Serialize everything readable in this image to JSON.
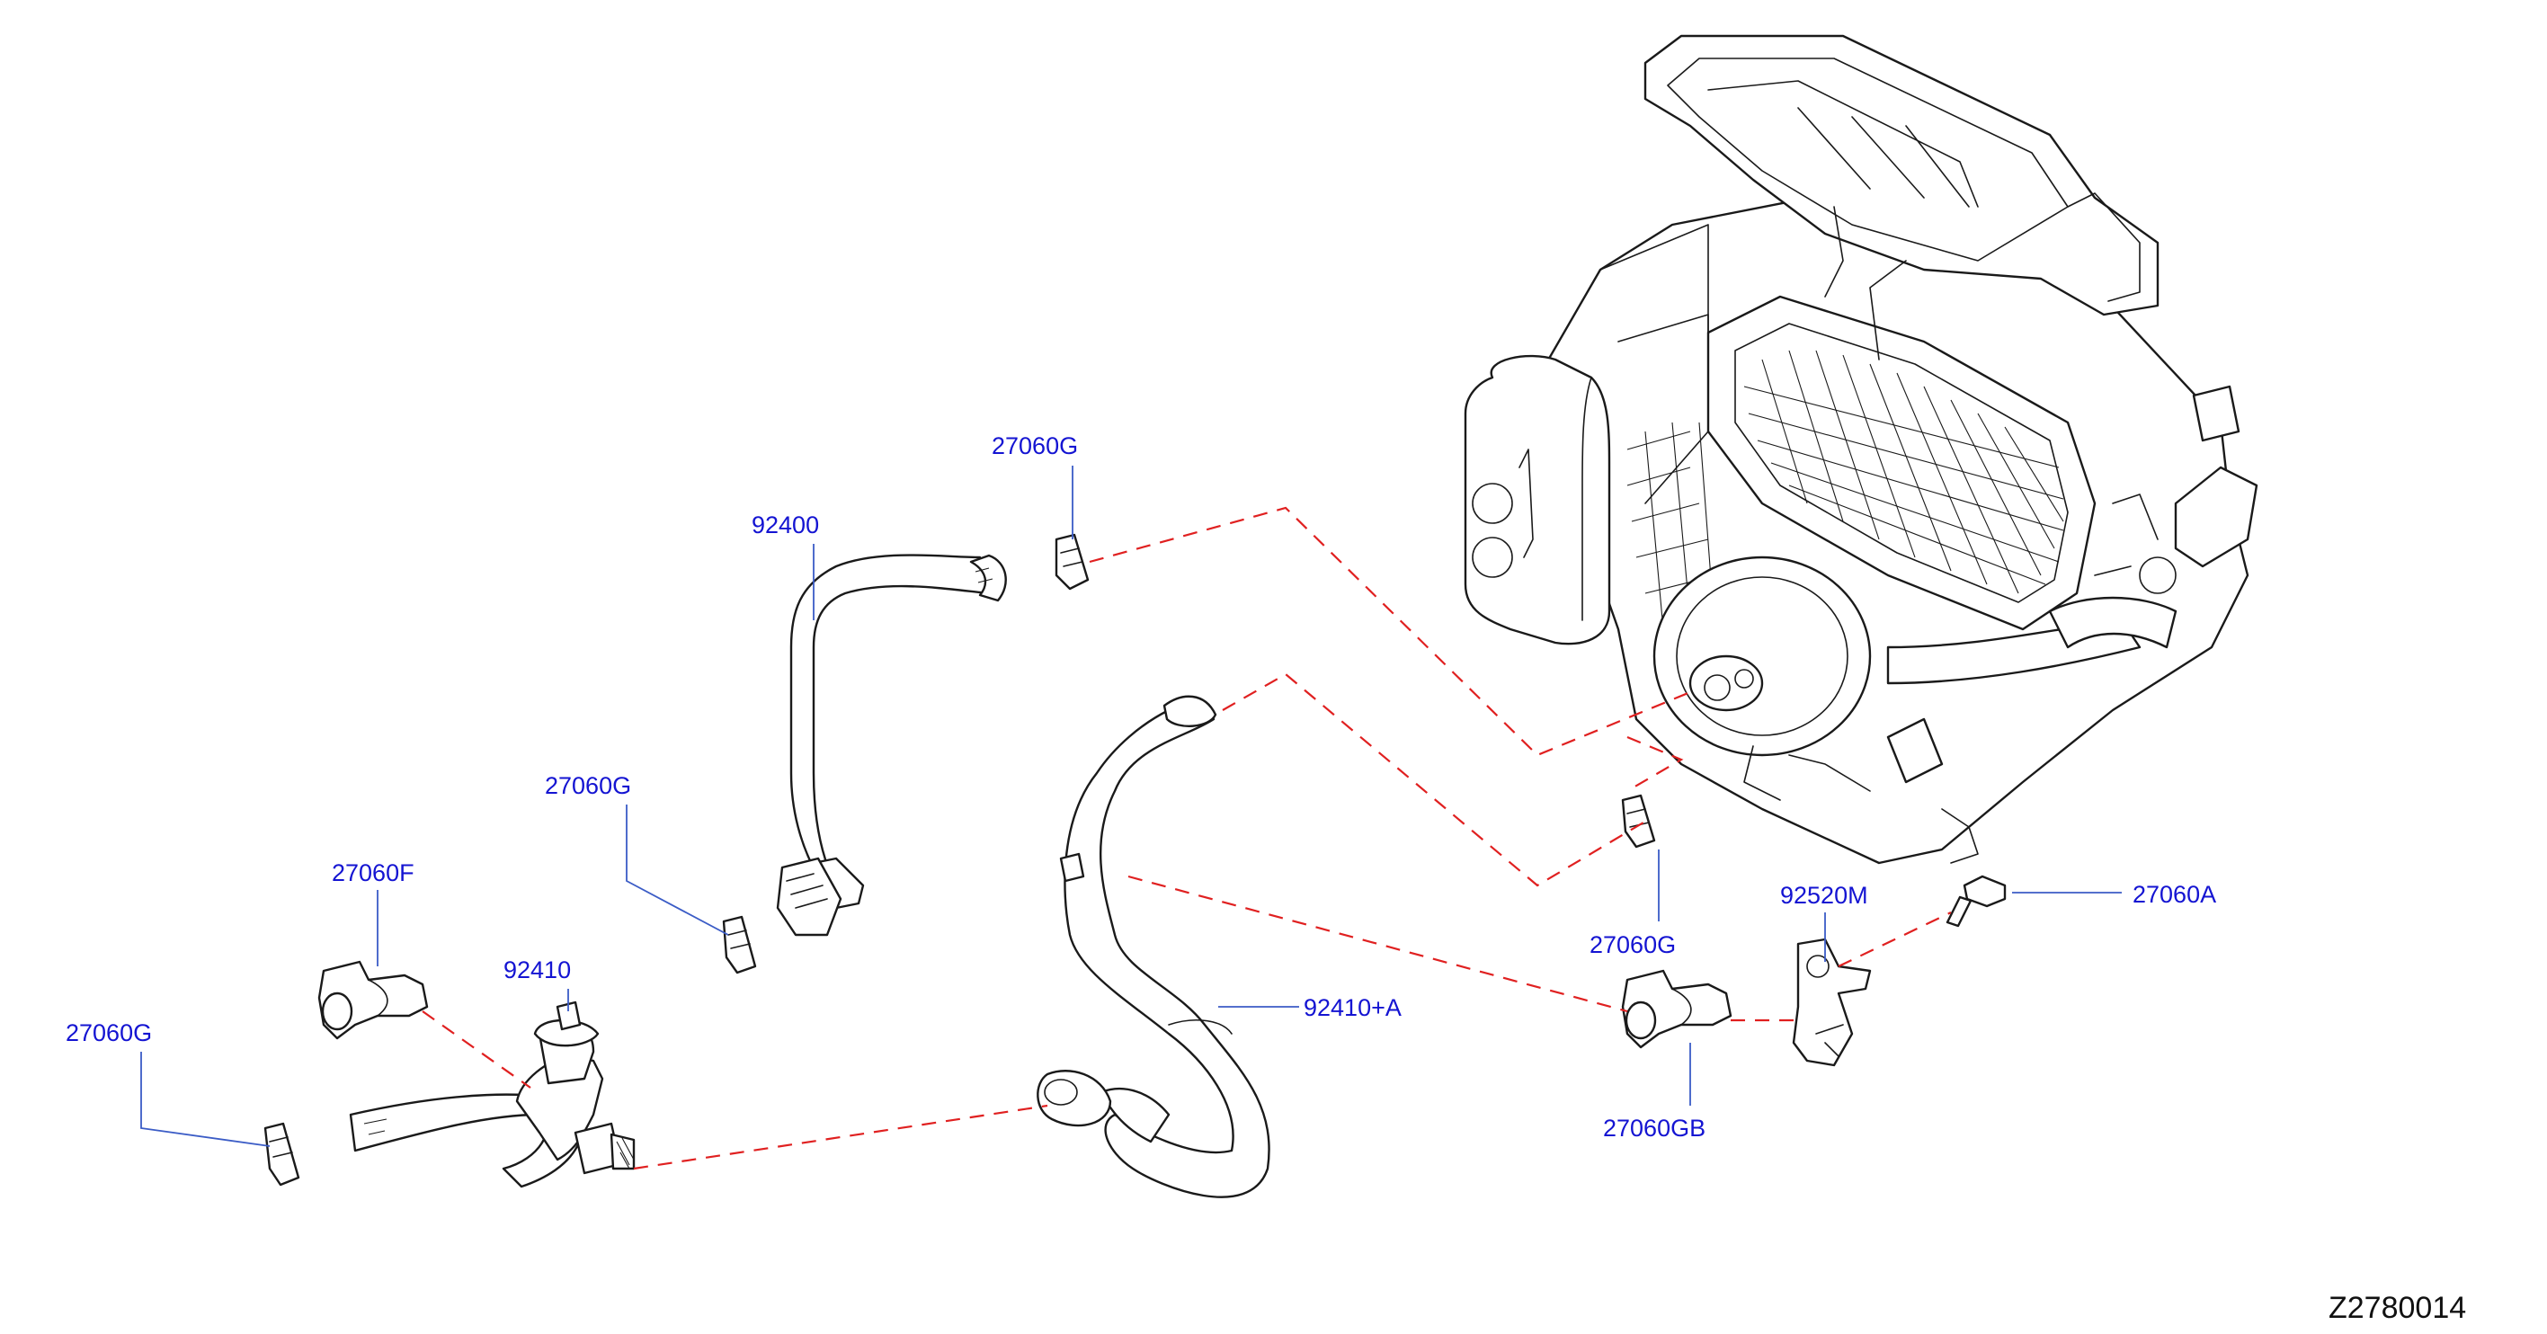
{
  "diagram": {
    "colors": {
      "label": "#1414d2",
      "leader": "#3b5cc6",
      "connector": "#e02020",
      "outline": "#1a1a1a"
    },
    "labels": [
      {
        "id": "l1",
        "text": "27060G"
      },
      {
        "id": "l2",
        "text": "92400"
      },
      {
        "id": "l3",
        "text": "27060G"
      },
      {
        "id": "l4",
        "text": "27060F"
      },
      {
        "id": "l5",
        "text": "92410"
      },
      {
        "id": "l6",
        "text": "27060G"
      },
      {
        "id": "l7",
        "text": "92410+A"
      },
      {
        "id": "l8",
        "text": "92520M"
      },
      {
        "id": "l9",
        "text": "27060A"
      },
      {
        "id": "l10",
        "text": "27060G"
      },
      {
        "id": "l11",
        "text": "27060GB"
      }
    ],
    "drawing_code": "Z2780014",
    "icons": [
      "heater-unit-icon",
      "hose-icon",
      "clip-icon",
      "clamp-icon",
      "bracket-icon",
      "bolt-icon"
    ]
  }
}
